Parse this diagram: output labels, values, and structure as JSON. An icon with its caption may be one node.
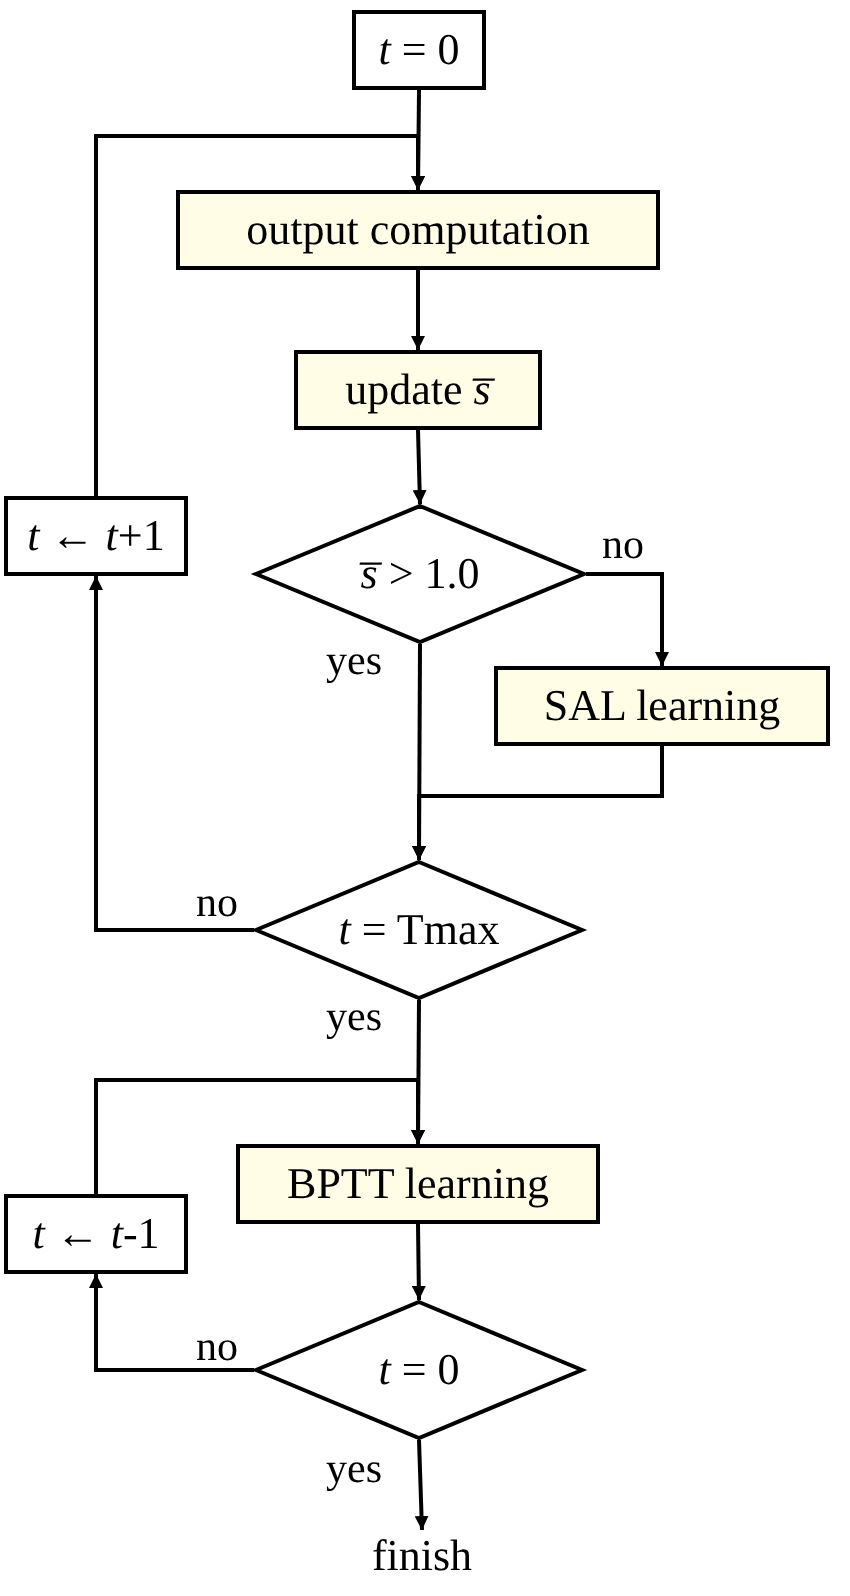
{
  "diagram": {
    "nodes": [
      {
        "text": [
          "*t* = 0"
        ]
      },
      {
        "text": [
          "output computation"
        ]
      },
      {
        "text": [
          "update *s̅*"
        ]
      },
      {
        "text": [
          "*s̅* > 1.0"
        ]
      },
      {
        "text": [
          "SAL learning"
        ]
      },
      {
        "text": [
          "*t* ← *t*+1"
        ]
      },
      {
        "text": [
          "*t* = Tmax"
        ]
      },
      {
        "text": [
          "BPTT learning"
        ]
      },
      {
        "text": [
          "*t* ← *t*-1"
        ]
      },
      {
        "text": [
          "*t* = 0"
        ]
      },
      {
        "text": [
          "finish"
        ]
      }
    ],
    "edges": [
      {
        "from": 0,
        "to": 1,
        "arrow": "to"
      },
      {
        "from": 1,
        "to": 2,
        "arrow": "to"
      },
      {
        "from": 2,
        "to": 3,
        "arrow": "to"
      },
      {
        "from": 3,
        "to": 4,
        "arrow": "to",
        "label": "no"
      },
      {
        "from": 3,
        "to": 6,
        "arrow": "to",
        "label": "yes"
      },
      {
        "from": 4,
        "to": 6,
        "arrow": "to"
      },
      {
        "from": 6,
        "to": 5,
        "arrow": "to",
        "label": "no"
      },
      {
        "from": 5,
        "to": 1,
        "arrow": "to"
      },
      {
        "from": 6,
        "to": 7,
        "arrow": "to",
        "label": "yes"
      },
      {
        "from": 7,
        "to": 9,
        "arrow": "to"
      },
      {
        "from": 9,
        "to": 8,
        "arrow": "to",
        "label": "no"
      },
      {
        "from": 8,
        "to": 7,
        "arrow": "to"
      },
      {
        "from": 9,
        "to": 10,
        "arrow": "to",
        "label": "yes"
      }
    ]
  }
}
